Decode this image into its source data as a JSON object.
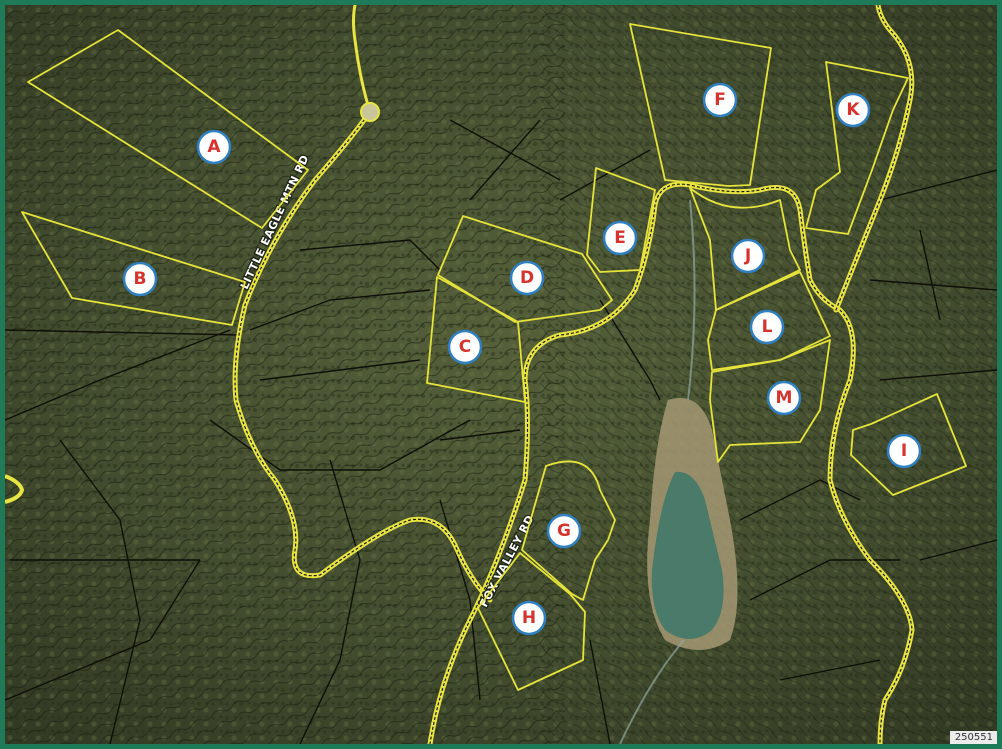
{
  "map": {
    "roads": [
      {
        "id": "little-eagle",
        "label": "LITTLE EAGLE MTN RD"
      },
      {
        "id": "fox-valley",
        "label": "FOX VALLEY RD"
      }
    ],
    "lots": [
      {
        "label": "A"
      },
      {
        "label": "B"
      },
      {
        "label": "C"
      },
      {
        "label": "D"
      },
      {
        "label": "E"
      },
      {
        "label": "F"
      },
      {
        "label": "G"
      },
      {
        "label": "H"
      },
      {
        "label": "I"
      },
      {
        "label": "J"
      },
      {
        "label": "K"
      },
      {
        "label": "L"
      },
      {
        "label": "M"
      }
    ],
    "map_id": "250551",
    "colors": {
      "frame": "#1f7a5a",
      "lot_outline": "#e6e33a",
      "road_casing": "#e8e542",
      "badge_ring": "#2f7fc1",
      "badge_text": "#d6332c",
      "terrain": "#3e4a2c",
      "pond": "#4a7a6a"
    }
  }
}
